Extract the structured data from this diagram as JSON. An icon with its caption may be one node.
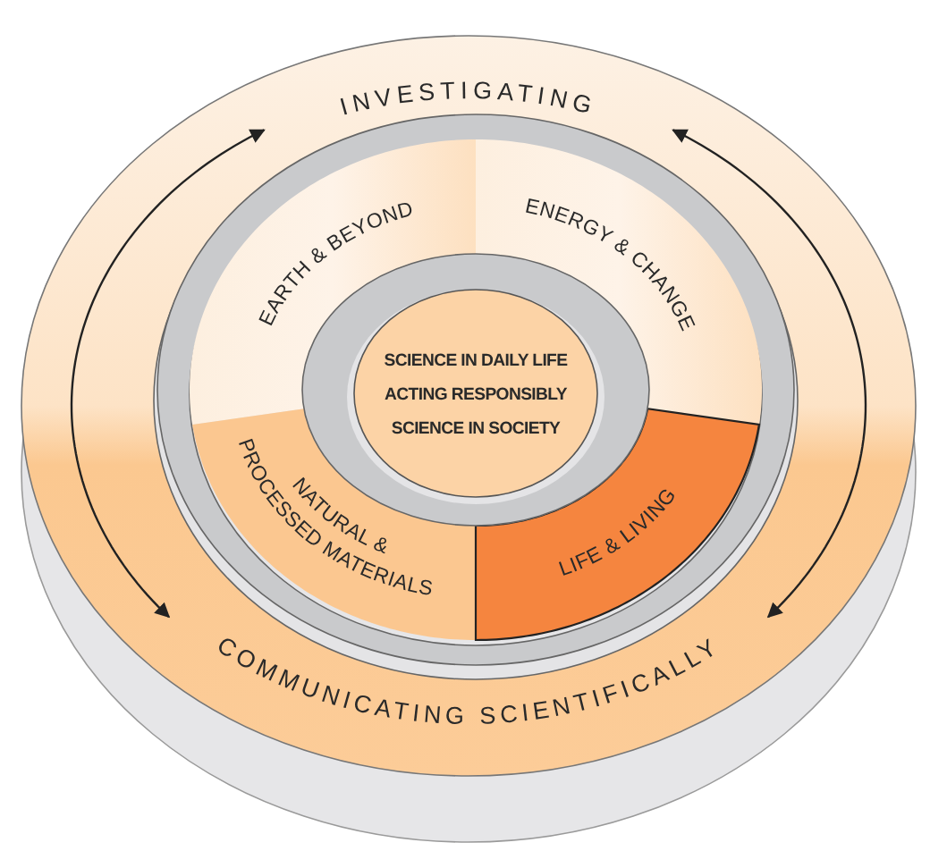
{
  "diagram": {
    "nodes": [
      {
        "text": [
          "INVESTIGATING"
        ]
      },
      {
        "text": [
          "COMMUNICATING SCIENTIFICALLY"
        ]
      },
      {
        "text": [
          "EARTH & BEYOND"
        ]
      },
      {
        "text": [
          "ENERGY & CHANGE"
        ]
      },
      {
        "text": [
          "NATURAL & PROCESSED MATERIALS"
        ]
      },
      {
        "text": [
          "LIFE & LIVING"
        ]
      },
      {
        "text": [
          "SCIENCE IN DAILY LIFE",
          "ACTING RESPONSIBLY",
          "SCIENCE IN SOCIETY"
        ]
      }
    ],
    "edges": [
      {
        "from": 0,
        "to": 1,
        "arrow": "both"
      },
      {
        "from": 0,
        "to": 1,
        "arrow": "both"
      }
    ]
  }
}
